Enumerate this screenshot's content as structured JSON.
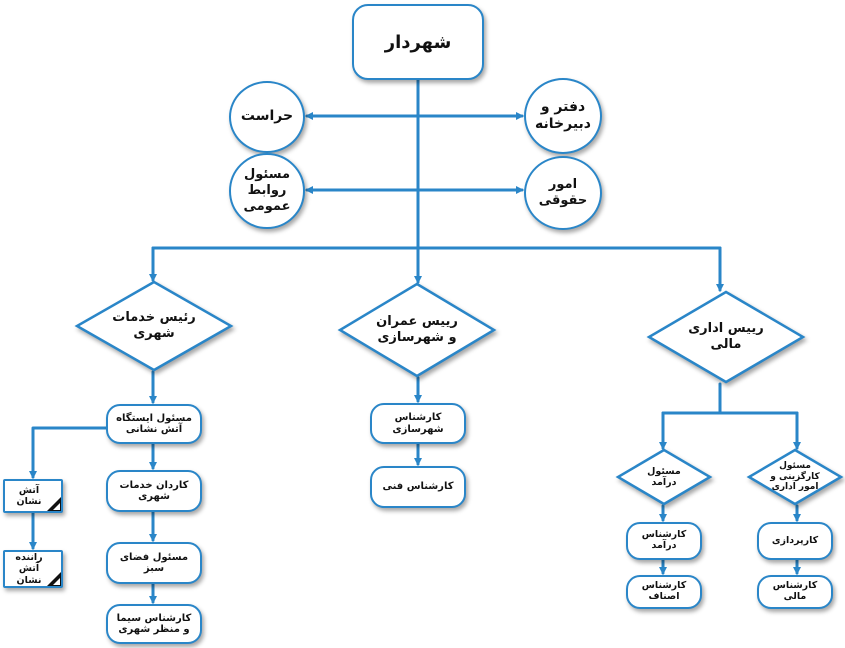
{
  "colors": {
    "line": "#2a86c8",
    "border": "#2a86c8",
    "text": "#111111",
    "bg": "#ffffff"
  },
  "nodes": {
    "mayor": "شهردار",
    "herasat": "حراست",
    "daftar": "دفتر و دبیرخانه",
    "public_relations": "مسئول روابط عمومی",
    "legal": "امور حقوقی",
    "services_head": "رئیس خدمات شهری",
    "civil_head": "رییس عمران و شهرسازی",
    "admin_head": "رییس اداری مالی",
    "fire_station": "مسئول ایستگاه آتش نشانی",
    "services_staff": "کاردان خدمات شهری",
    "green_space": "مسئول فضای سبز",
    "landscape": "کارشناس سیما و منظر شهری",
    "firefighter": "آتش نشان",
    "fire_driver": "راننده آتش نشان",
    "urban_expert": "کارشناس شهرسازی",
    "tech_expert": "کارشناس فنی",
    "income_head": "مسئول درآمد",
    "income_expert": "کارشناس درآمد",
    "guild_expert": "کارشناس اصناف",
    "hr_head": "مسئول کارگزینی و امور اداری",
    "payroll": "کارپردازی",
    "finance_expert": "کارشناس مالی"
  }
}
